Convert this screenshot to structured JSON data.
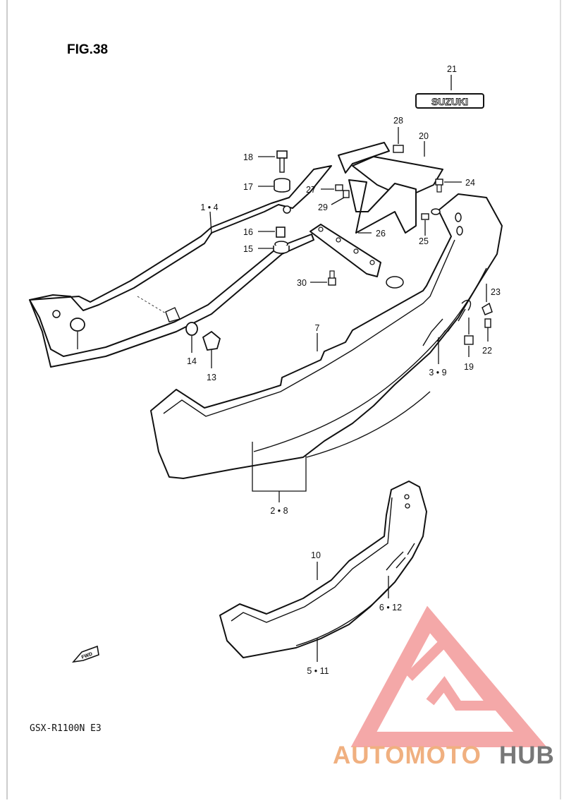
{
  "figure": {
    "title": "FIG.38",
    "model_code": "GSX-R1100N E3",
    "emblem_text": "SUZUKI",
    "fwd_label": "FWD"
  },
  "callouts": [
    {
      "id": "c21",
      "text": "21"
    },
    {
      "id": "c28",
      "text": "28"
    },
    {
      "id": "c20",
      "text": "20"
    },
    {
      "id": "c18",
      "text": "18"
    },
    {
      "id": "c17",
      "text": "17"
    },
    {
      "id": "c27",
      "text": "27"
    },
    {
      "id": "c24",
      "text": "24"
    },
    {
      "id": "c29",
      "text": "29"
    },
    {
      "id": "c1_4",
      "text": "1 • 4"
    },
    {
      "id": "c16",
      "text": "16"
    },
    {
      "id": "c26",
      "text": "26"
    },
    {
      "id": "c25",
      "text": "25"
    },
    {
      "id": "c15",
      "text": "15"
    },
    {
      "id": "c30",
      "text": "30"
    },
    {
      "id": "c23",
      "text": "23"
    },
    {
      "id": "c7",
      "text": "7"
    },
    {
      "id": "c22",
      "text": "22"
    },
    {
      "id": "c14",
      "text": "14"
    },
    {
      "id": "c13",
      "text": "13"
    },
    {
      "id": "c3_9",
      "text": "3 • 9"
    },
    {
      "id": "c19",
      "text": "19"
    },
    {
      "id": "c2_8",
      "text": "2 • 8"
    },
    {
      "id": "c10",
      "text": "10"
    },
    {
      "id": "c6_12",
      "text": "6 • 12"
    },
    {
      "id": "c5_11",
      "text": "5 • 11"
    }
  ],
  "watermark": {
    "part1": "AUTOMOTO",
    "part2": "HUB",
    "color_primary": "#f39a9a",
    "color_accent": "#f0b080",
    "color_dark": "#777777"
  }
}
